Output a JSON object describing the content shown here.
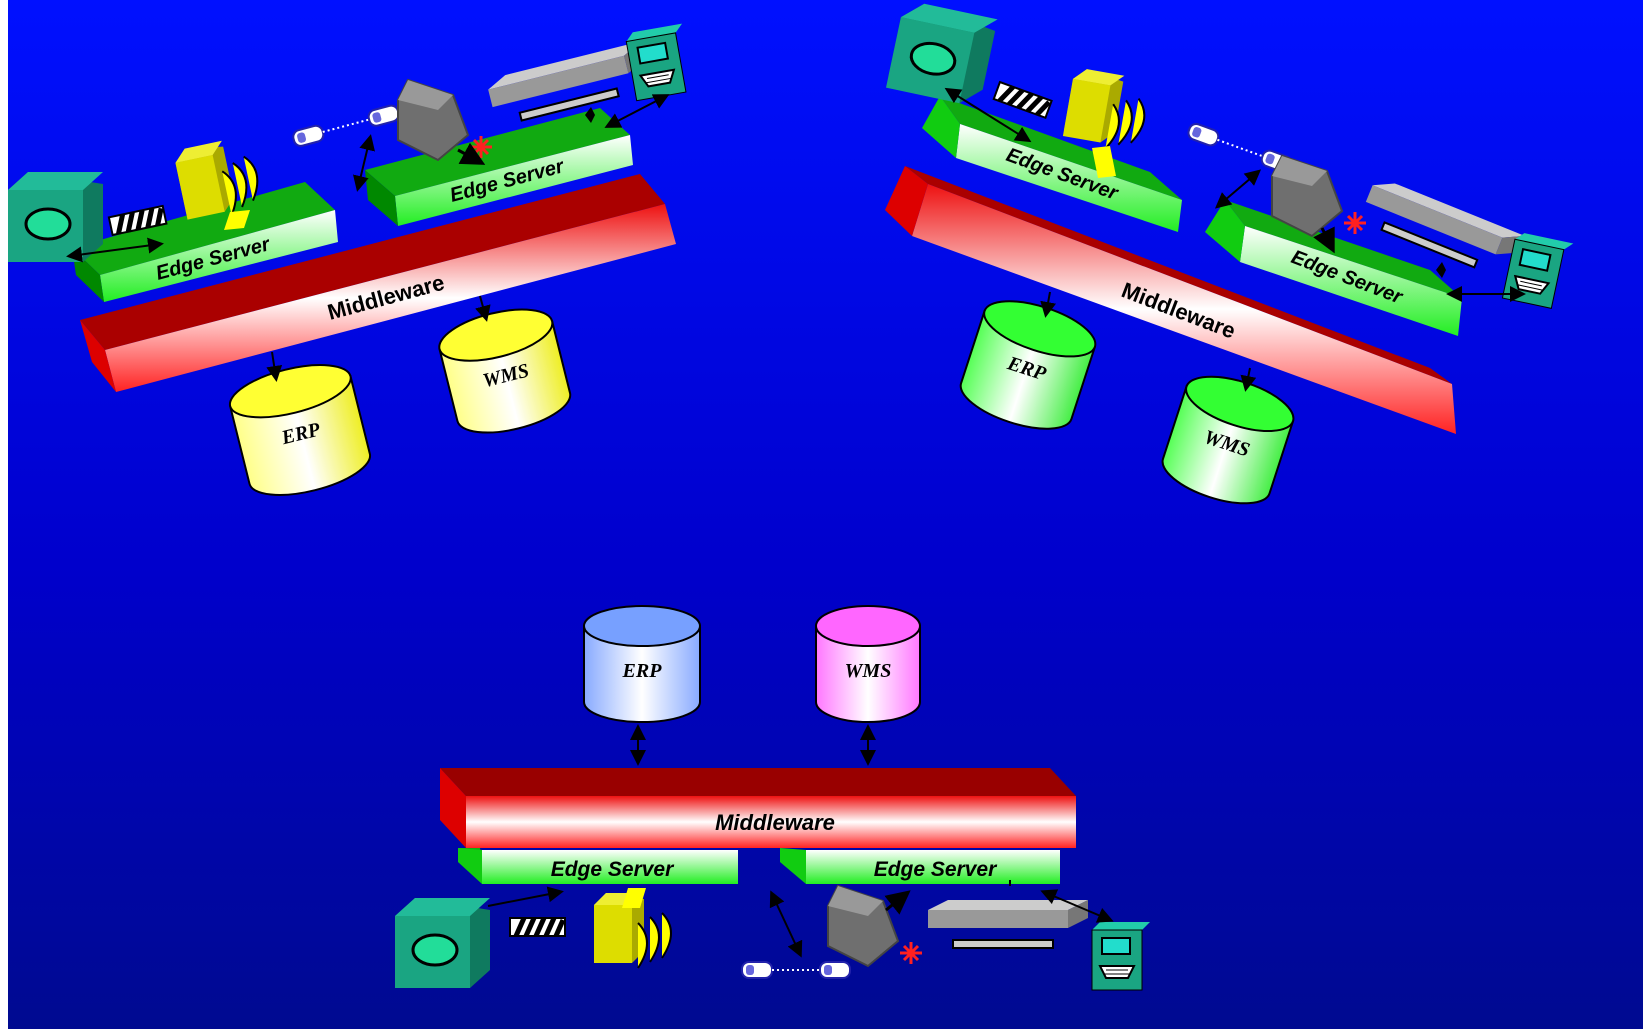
{
  "colors": {
    "background_top": "#0000ee",
    "background_bottom": "#000080",
    "middleware_red": "#cc0000",
    "middleware_dark": "#880000",
    "edge_green": "#22cc22",
    "edge_dark": "#008800",
    "db_yellow": "#ffff66",
    "db_green": "#66ff66",
    "db_blue": "#88aaff",
    "db_pink": "#ff88ff",
    "reader_teal": "#1a9a7a",
    "scanner_yellow": "#dddd00",
    "device_gray": "#777777"
  },
  "top_left": {
    "edge_server_1": "Edge Server",
    "edge_server_2": "Edge Server",
    "middleware": "Middleware",
    "db_erp": "ERP",
    "db_wms": "WMS"
  },
  "top_right": {
    "edge_server_1": "Edge Server",
    "edge_server_2": "Edge Server",
    "middleware": "Middleware",
    "db_erp": "ERP",
    "db_wms": "WMS"
  },
  "bottom": {
    "edge_server_1": "Edge Server",
    "edge_server_2": "Edge Server",
    "middleware": "Middleware",
    "db_erp": "ERP",
    "db_wms": "WMS"
  },
  "icons": [
    "rfid-reader-icon",
    "barcode-label-icon",
    "handheld-scanner-icon",
    "rfid-tag-icon",
    "barcode-gun-icon",
    "conveyor-icon",
    "terminal-icon"
  ]
}
